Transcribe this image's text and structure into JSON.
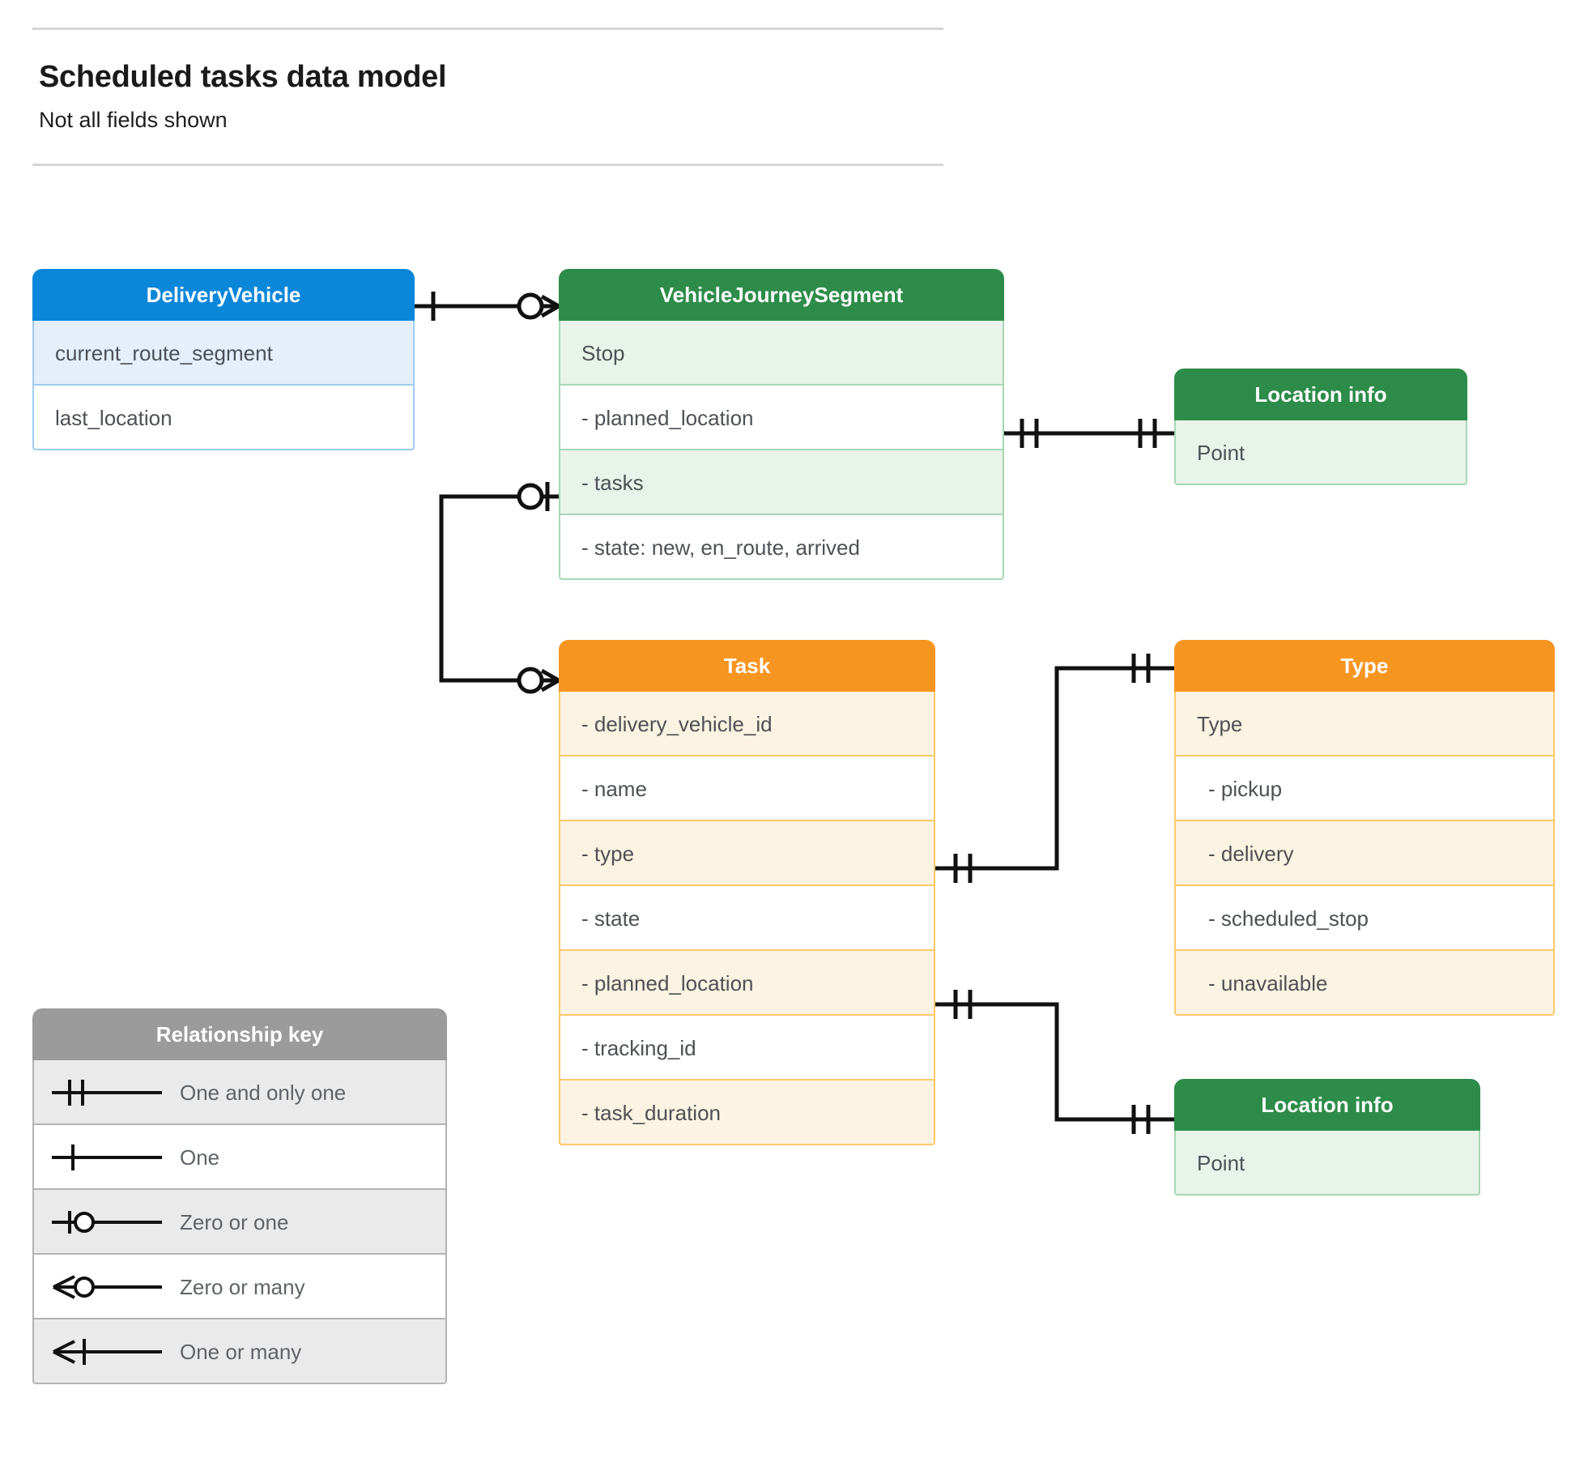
{
  "header": {
    "title": "Scheduled tasks data model",
    "subtitle": "Not all fields shown"
  },
  "entities": {
    "delivery_vehicle": {
      "title": "DeliveryVehicle",
      "color": "#0b87da",
      "rows": [
        "current_route_segment",
        "last_location"
      ]
    },
    "vehicle_journey_segment": {
      "title": "VehicleJourneySegment",
      "color": "#2d8c49",
      "rows": [
        "Stop",
        "-  planned_location",
        "- tasks",
        "- state: new, en_route, arrived"
      ]
    },
    "location_info_top": {
      "title": "Location info",
      "color": "#2d8c49",
      "rows": [
        "Point"
      ]
    },
    "location_info_bottom": {
      "title": "Location info",
      "color": "#2d8c49",
      "rows": [
        "Point"
      ]
    },
    "task": {
      "title": "Task",
      "color": "#f79521",
      "rows": [
        "- delivery_vehicle_id",
        "- name",
        "- type",
        "- state",
        "- planned_location",
        "- tracking_id",
        "- task_duration"
      ]
    },
    "type": {
      "title": "Type",
      "color": "#f79521",
      "rows": [
        "Type",
        "-   pickup",
        "-   delivery",
        "-   scheduled_stop",
        "-   unavailable"
      ]
    }
  },
  "legend": {
    "title": "Relationship key",
    "color": "#9b9b9b",
    "items": [
      {
        "symbol": "one-and-only-one",
        "label": "One and only one"
      },
      {
        "symbol": "one",
        "label": "One"
      },
      {
        "symbol": "zero-or-one",
        "label": "Zero or one"
      },
      {
        "symbol": "zero-or-many",
        "label": "Zero or many"
      },
      {
        "symbol": "one-or-many",
        "label": "One or many"
      }
    ]
  },
  "relationships": [
    {
      "from": "DeliveryVehicle",
      "from_cardinality": "one",
      "to": "VehicleJourneySegment",
      "to_cardinality": "zero-or-many"
    },
    {
      "from": "VehicleJourneySegment.planned_location",
      "from_cardinality": "one-and-only-one",
      "to": "Location info",
      "to_cardinality": "one-and-only-one"
    },
    {
      "from": "VehicleJourneySegment.tasks",
      "from_cardinality": "zero-or-one",
      "to": "Task",
      "to_cardinality": "zero-or-many"
    },
    {
      "from": "Task.type",
      "from_cardinality": "one-and-only-one",
      "to": "Type",
      "to_cardinality": "one-and-only-one"
    },
    {
      "from": "Task.planned_location",
      "from_cardinality": "one-and-only-one",
      "to": "Location info",
      "to_cardinality": "one-and-only-one"
    }
  ]
}
